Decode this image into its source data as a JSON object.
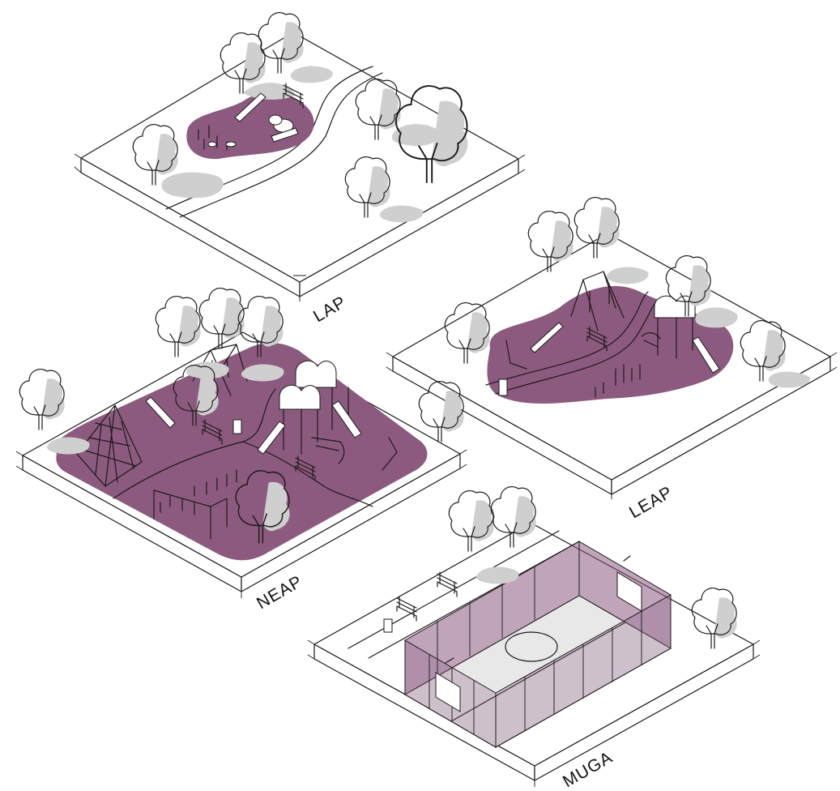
{
  "labels": {
    "lap": "LAP",
    "leap": "LEAP",
    "neap": "NEAP",
    "muga": "MUGA"
  },
  "colors": {
    "play_surface": "#8d5a7f",
    "muga_fence": "#8a5a82",
    "muga_pitch": "#e8e8e8",
    "tree_shadow": "#cfcfcf",
    "line": "#1a1a1a"
  },
  "icons": [
    "tree-icon",
    "bench-icon",
    "swing-icon",
    "slide-icon",
    "climbing-net-icon",
    "play-tower-icon",
    "bin-icon",
    "goal-icon"
  ]
}
